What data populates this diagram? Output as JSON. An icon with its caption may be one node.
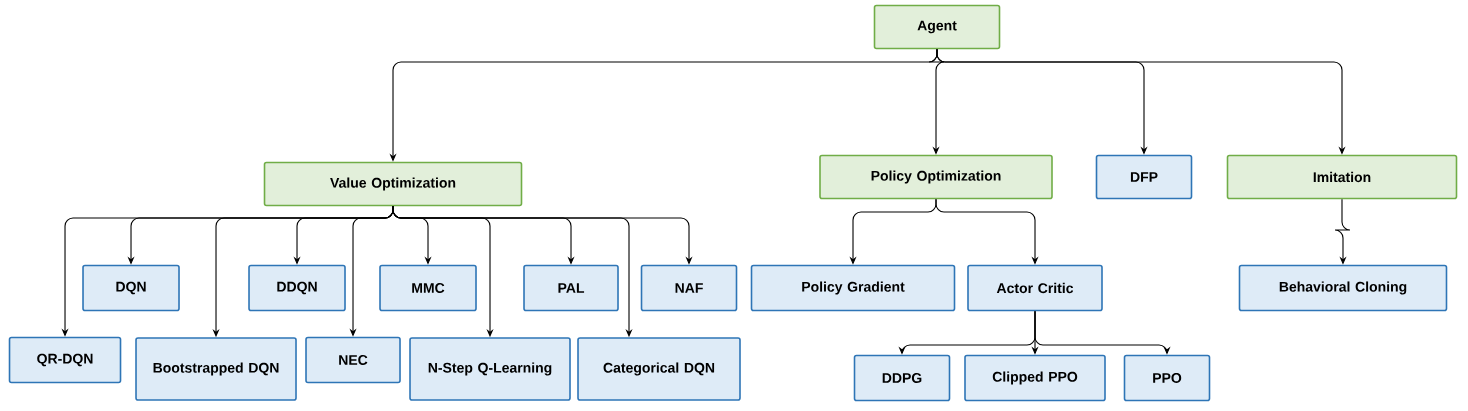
{
  "diagram": {
    "nodes": [
      {
        "text": [
          "Agent"
        ]
      },
      {
        "text": [
          "Value Optimization"
        ]
      },
      {
        "text": [
          "Policy Optimization"
        ]
      },
      {
        "text": [
          "DFP"
        ]
      },
      {
        "text": [
          "Imitation"
        ]
      },
      {
        "text": [
          "DQN"
        ]
      },
      {
        "text": [
          "DDQN"
        ]
      },
      {
        "text": [
          "MMC"
        ]
      },
      {
        "text": [
          "PAL"
        ]
      },
      {
        "text": [
          "NAF"
        ]
      },
      {
        "text": [
          "Policy Gradient"
        ]
      },
      {
        "text": [
          "Actor Critic"
        ]
      },
      {
        "text": [
          "Behavioral Cloning"
        ]
      },
      {
        "text": [
          "QR-DQN"
        ]
      },
      {
        "text": [
          "Bootstrapped DQN"
        ]
      },
      {
        "text": [
          "NEC"
        ]
      },
      {
        "text": [
          "N-Step Q-Learning"
        ]
      },
      {
        "text": [
          "Categorical DQN"
        ]
      },
      {
        "text": [
          "DDPG"
        ]
      },
      {
        "text": [
          "Clipped PPO"
        ]
      },
      {
        "text": [
          "PPO"
        ]
      }
    ],
    "edges": [
      {
        "from": 0,
        "to": 1,
        "arrow": "to"
      },
      {
        "from": 0,
        "to": 2,
        "arrow": "to"
      },
      {
        "from": 0,
        "to": 3,
        "arrow": "to"
      },
      {
        "from": 0,
        "to": 4,
        "arrow": "to"
      },
      {
        "from": 1,
        "to": 13,
        "arrow": "to"
      },
      {
        "from": 1,
        "to": 5,
        "arrow": "to"
      },
      {
        "from": 1,
        "to": 14,
        "arrow": "to"
      },
      {
        "from": 1,
        "to": 6,
        "arrow": "to"
      },
      {
        "from": 1,
        "to": 15,
        "arrow": "to"
      },
      {
        "from": 1,
        "to": 7,
        "arrow": "to"
      },
      {
        "from": 1,
        "to": 16,
        "arrow": "to"
      },
      {
        "from": 1,
        "to": 8,
        "arrow": "to"
      },
      {
        "from": 1,
        "to": 17,
        "arrow": "to"
      },
      {
        "from": 1,
        "to": 9,
        "arrow": "to"
      },
      {
        "from": 2,
        "to": 10,
        "arrow": "to"
      },
      {
        "from": 2,
        "to": 11,
        "arrow": "to"
      },
      {
        "from": 4,
        "to": 12,
        "arrow": "to"
      },
      {
        "from": 11,
        "to": 18,
        "arrow": "to"
      },
      {
        "from": 11,
        "to": 19,
        "arrow": "to"
      },
      {
        "from": 11,
        "to": 20,
        "arrow": "to"
      }
    ]
  }
}
